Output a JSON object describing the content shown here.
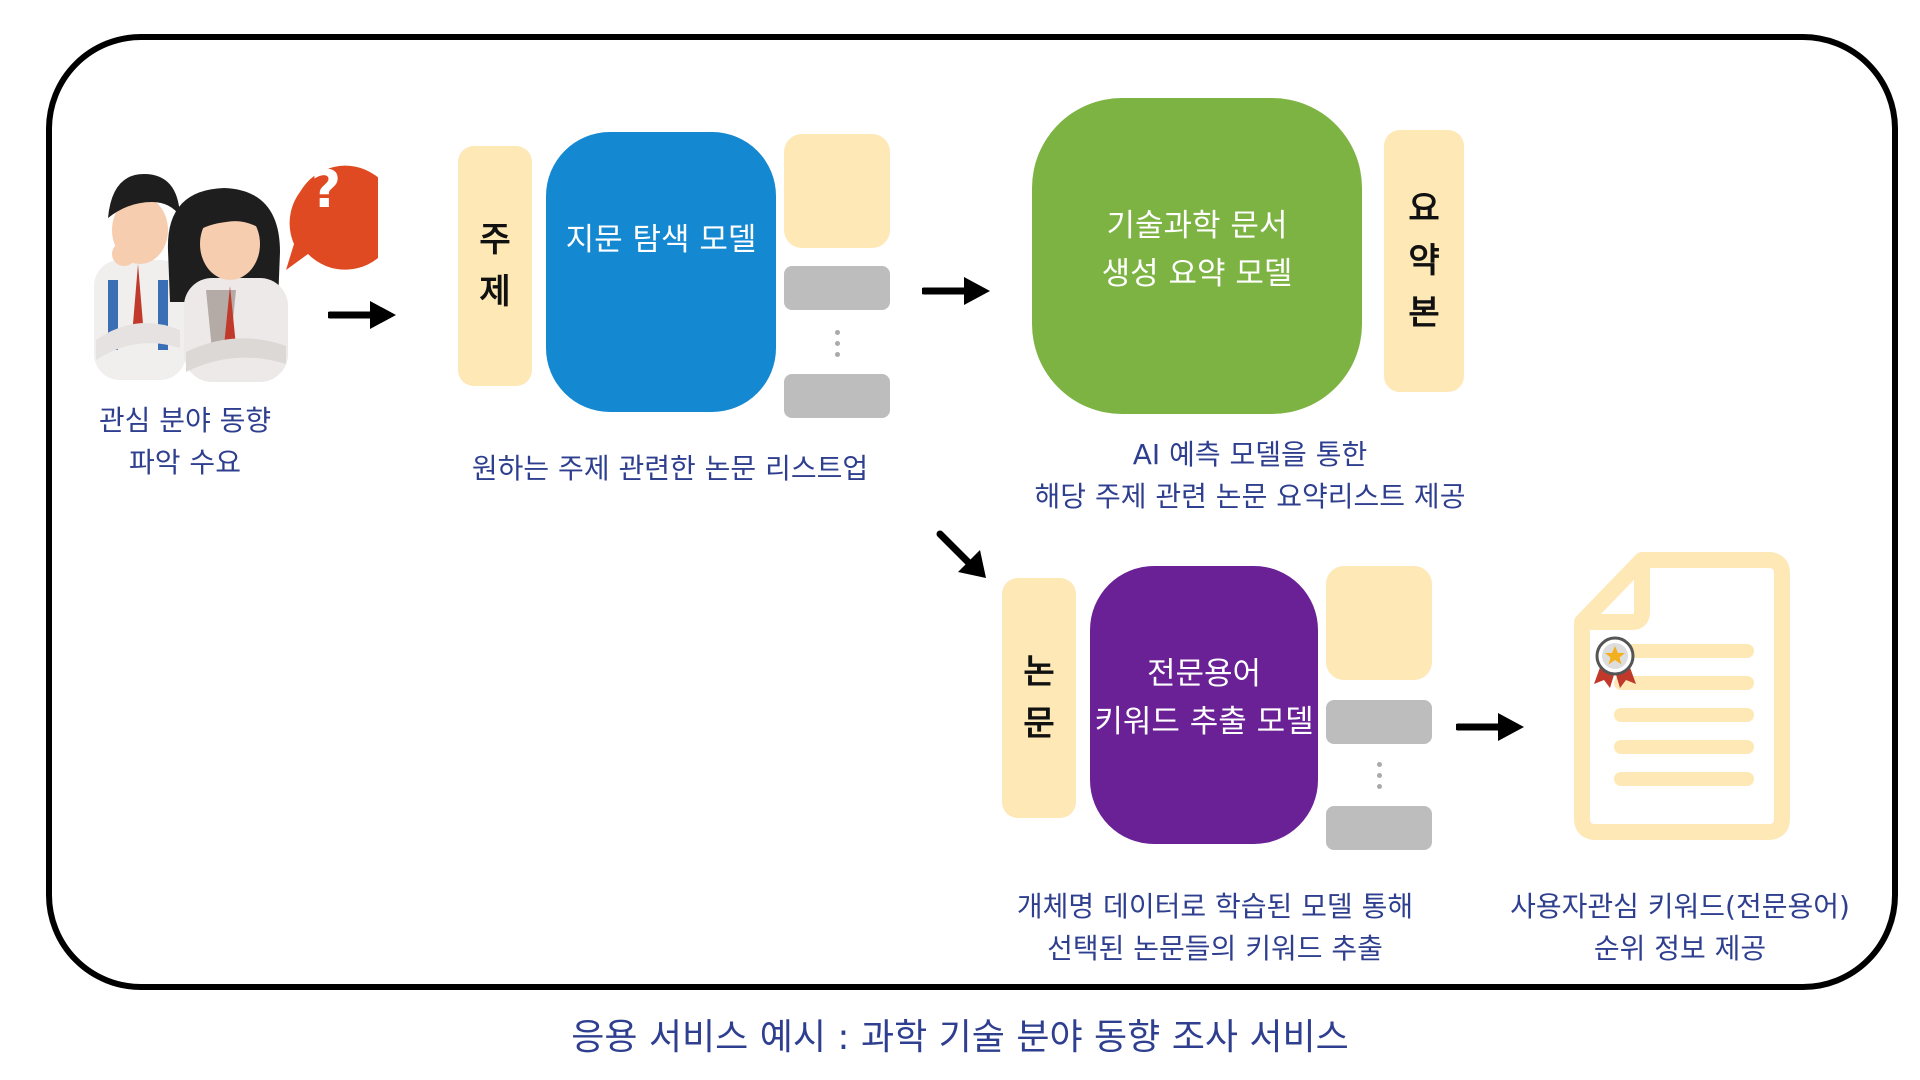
{
  "user": {
    "caption": "관심 분야 동향\n파악 수요",
    "question_mark": "?"
  },
  "search": {
    "tab_chars": [
      "주",
      "제"
    ],
    "model_label": "지문 탐색 모델",
    "caption": "원하는 주제 관련한 논문 리스트업"
  },
  "summary": {
    "model_label": "기술과학 문서\n생성 요약 모델",
    "tab_chars": [
      "요",
      "약",
      "본"
    ],
    "caption": "AI 예측 모델을 통한\n해당 주제 관련 논문 요약리스트 제공"
  },
  "keyword": {
    "tab_chars": [
      "논",
      "문"
    ],
    "model_label": "전문용어\n키워드 추출 모델",
    "caption": "개체명 데이터로 학습된 모델 통해\n선택된 논문들의 키워드 추출"
  },
  "result": {
    "caption": "사용자관심 키워드(전문용어)\n순위 정보 제공"
  },
  "footer_title": "응용 서비스 예시 : 과학 기술 분야 동향 조사 서비스",
  "colors": {
    "search_model": "#1488d0",
    "summary_model": "#7cb342",
    "keyword_model": "#6a2196",
    "tab": "#fde8b6",
    "slot_gray": "#bdbdbd",
    "caption_text": "#2f3f8f",
    "question_bubble": "#e04a23"
  }
}
